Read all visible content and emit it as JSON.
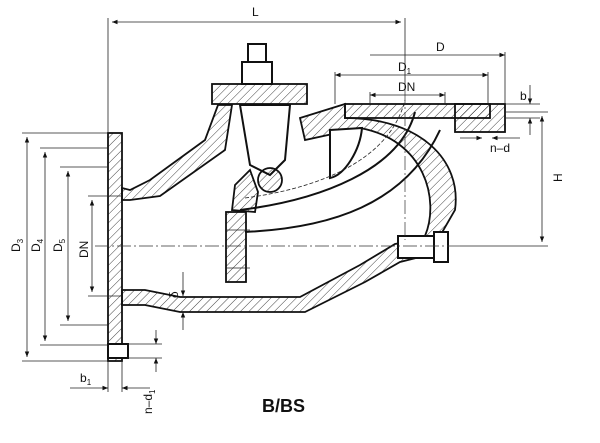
{
  "caption": "B/BS",
  "labels": {
    "L": "L",
    "D": "D",
    "D1_base": "D",
    "D1_sub": "1",
    "DN": "DN",
    "b": "b",
    "n_d": "n–d",
    "H": "H",
    "D3_base": "D",
    "D3_sub": "3",
    "D4_base": "D",
    "D4_sub": "4",
    "D5_base": "D",
    "D5_sub": "5",
    "delta": "δ",
    "b1_base": "b",
    "b1_sub": "1",
    "n_d1_base": "n–d",
    "n_d1_sub": "1"
  }
}
